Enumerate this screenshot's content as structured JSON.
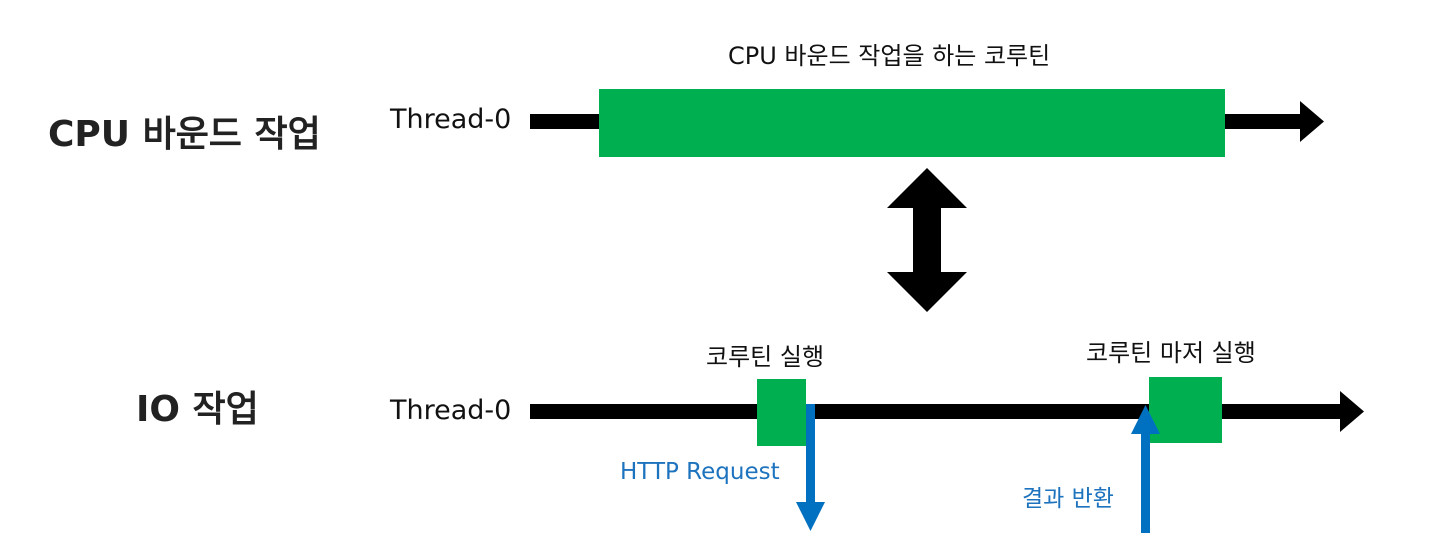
{
  "sections": {
    "cpu": {
      "title": "CPU 바운드 작업",
      "thread_label": "Thread-0",
      "caption": "CPU 바운드 작업을 하는 코루틴"
    },
    "io": {
      "title": "IO 작업",
      "thread_label": "Thread-0",
      "caption_first": "코루틴 실행",
      "caption_resume": "코루틴 마저 실행",
      "request_label": "HTTP Request",
      "result_label": "결과 반환"
    }
  },
  "colors": {
    "timeline": "#000000",
    "coroutine_block": "#00B050",
    "io_arrow": "#0070C0",
    "label_blue": "#1E73BE"
  }
}
